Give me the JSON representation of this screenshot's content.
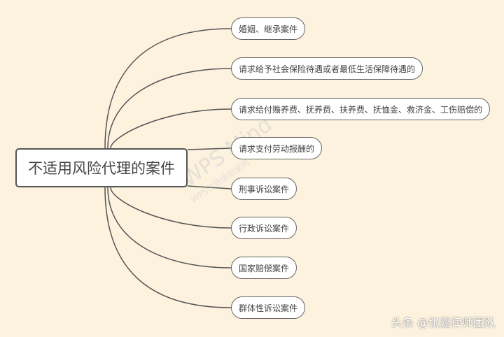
{
  "root": {
    "label": "不适用风险代理的案件"
  },
  "children": [
    {
      "label": "婚姻、继承案件"
    },
    {
      "label": "请求给予社会保险待遇或者最低生活保障待遇的"
    },
    {
      "label": "请求给付赡养费、抚养费、扶养费、抚恤金、救济金、工伤赔偿的"
    },
    {
      "label": "请求支付劳动报酬的"
    },
    {
      "label": "刑事诉讼案件"
    },
    {
      "label": "行政诉讼案件"
    },
    {
      "label": "国家赔偿案件"
    },
    {
      "label": "群体性诉讼案件"
    }
  ],
  "watermark": {
    "main": "WPS Mind",
    "sub": "WPS仅限体验使用"
  },
  "credit": "头条 @张嘉律师团队",
  "colors": {
    "background": "#fcf2de",
    "line": "#555555",
    "node_fill": "#ffffff"
  }
}
